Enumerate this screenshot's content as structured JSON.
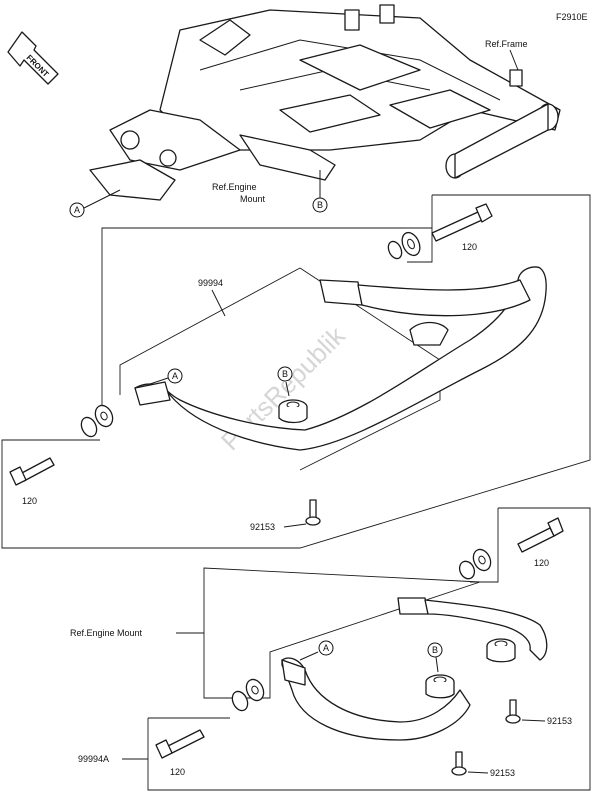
{
  "figure_code": "F2910E",
  "front_label": "FRONT",
  "watermark": "PartsRepublik",
  "callouts": {
    "a": "A",
    "b": "B"
  },
  "labels": {
    "ref_frame": "Ref.Frame",
    "ref_engine_mount_top_line1": "Ref.Engine",
    "ref_engine_mount_top_line2": "Mount",
    "ref_engine_mount_lower": "Ref.Engine Mount",
    "assy_upper": "99994",
    "assy_lower": "99994A",
    "bolt_upper_right": "120",
    "bolt_upper_left": "120",
    "bolt_lower_right": "120",
    "bolt_lower_left": "120",
    "screw_upper": "92153",
    "screw_lower_right": "92153",
    "screw_lower_center": "92153"
  }
}
